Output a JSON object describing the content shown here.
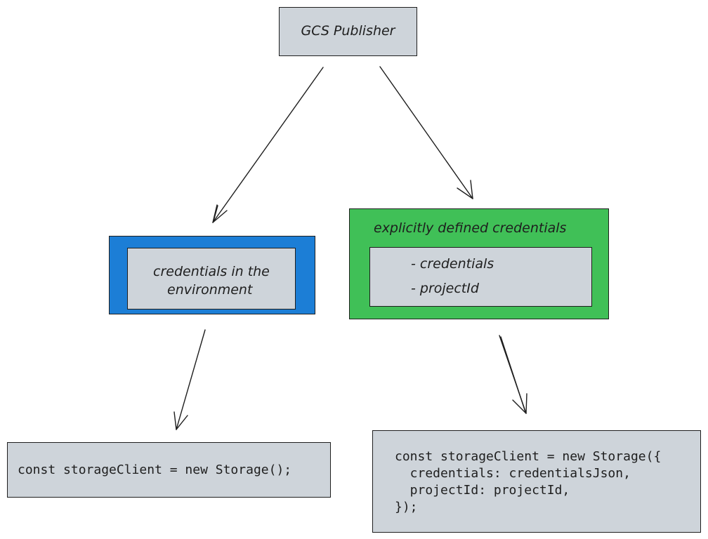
{
  "nodes": {
    "publisher": {
      "label": "GCS Publisher"
    },
    "env_credentials": {
      "line1": "credentials in the",
      "line2": "environment",
      "color": "#1c7ed6"
    },
    "explicit_credentials": {
      "title": "explicitly defined credentials",
      "items": [
        "- credentials",
        "- projectId"
      ],
      "color": "#40c057"
    },
    "env_code": {
      "code": "const storageClient = new Storage();"
    },
    "explicit_code": {
      "lines": [
        "const storageClient = new Storage({",
        "  credentials: credentialsJson,",
        "  projectId: projectId,",
        "});"
      ]
    }
  },
  "colors": {
    "box_fill": "#ced4da",
    "stroke": "#1e1e1e"
  }
}
